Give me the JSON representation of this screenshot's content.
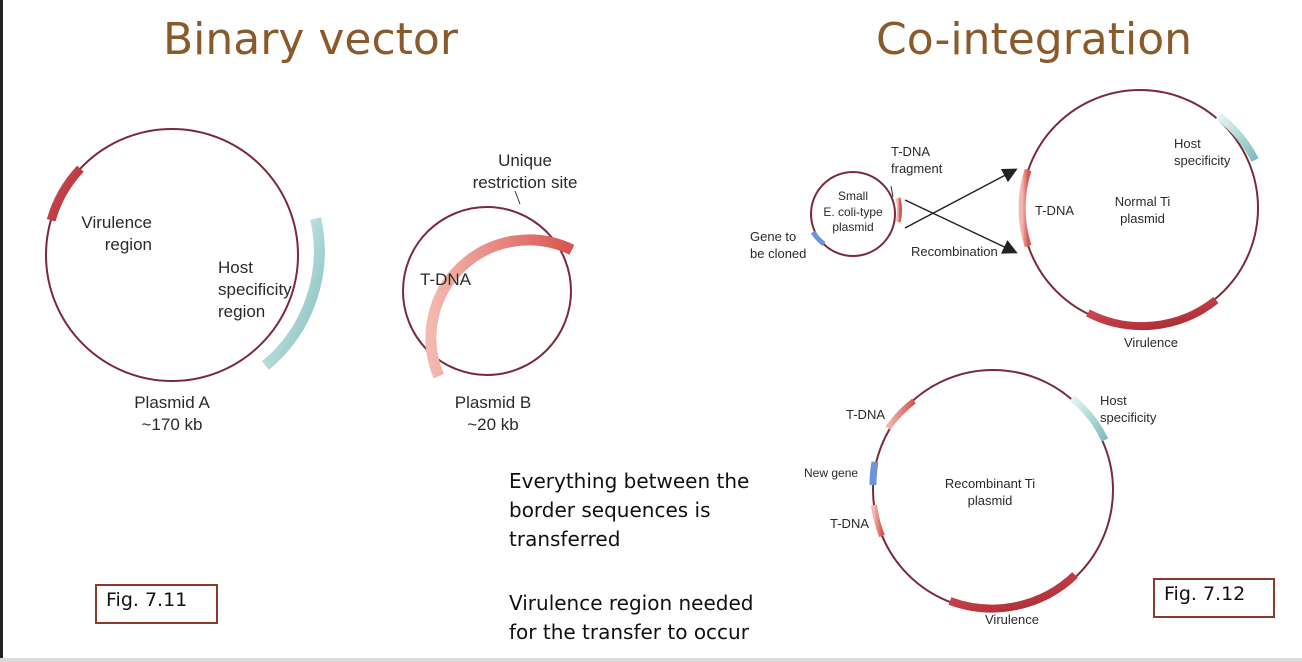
{
  "titles": {
    "left": "Binary vector",
    "right": "Co-integration"
  },
  "plasmid_a": {
    "virulence": "Virulence\nregion",
    "host": "Host\nspecificity\nregion",
    "caption": "Plasmid A\n~170 kb"
  },
  "plasmid_b": {
    "restriction": "Unique\nrestriction site",
    "tdna": "T-DNA",
    "caption": "Plasmid B\n~20 kb"
  },
  "small_plasmid": {
    "label": "Small\nE. coli-type\nplasmid",
    "gene": "Gene to\nbe cloned",
    "fragment": "T-DNA\nfragment"
  },
  "recombination": "Recombination",
  "normal_ti": {
    "label": "Normal Ti\nplasmid",
    "tdna": "T-DNA",
    "host": "Host\nspecificity",
    "virulence": "Virulence"
  },
  "recombinant_ti": {
    "label": "Recombinant Ti\nplasmid",
    "tdna_top": "T-DNA",
    "new_gene": "New gene",
    "tdna_bottom": "T-DNA",
    "host": "Host\nspecificity",
    "virulence": "Virulence"
  },
  "notes": {
    "border": "Everything between the\nborder sequences is\ntransferred",
    "virulence": "Virulence region needed\nfor the transfer to occur"
  },
  "figs": {
    "left": "Fig. 7.11",
    "right": "Fig. 7.12"
  },
  "colors": {
    "title": "#8a5a2b",
    "circle": "#7a2a3a",
    "virulence": "#b8323a",
    "tdna": "#e0716a",
    "host": "#8fc9c9",
    "gene": "#6f93d8"
  }
}
